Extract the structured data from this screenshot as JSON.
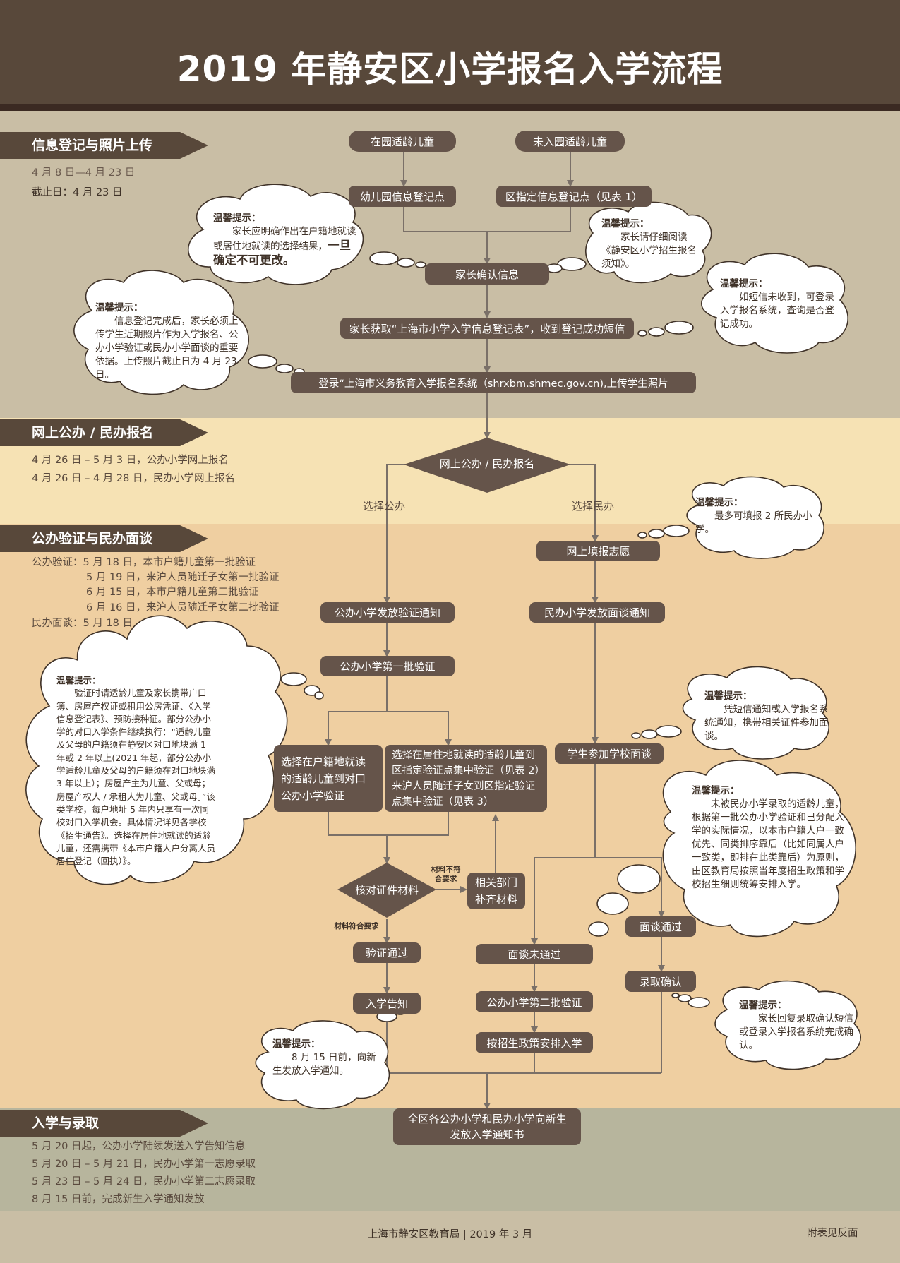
{
  "title": "2019 年静安区小学报名入学流程",
  "stages": {
    "s1": {
      "label": "信息登记与照片上传",
      "lines": [
        "4 月 8 日—4 月 23 日",
        "截止日：4 月 23 日"
      ]
    },
    "s2": {
      "label": "网上公办 / 民办报名",
      "lines": [
        "4 月 26 日 – 5 月 3 日，公办小学网上报名",
        "4 月 26 日 – 4 月 28 日，民办小学网上报名"
      ]
    },
    "s3": {
      "label": "公办验证与民办面谈",
      "lines": [
        "公办验证：5 月 18 日，本市户籍儿童第一批验证",
        "5 月 19 日，来沪人员随迁子女第一批验证",
        "6 月 15 日，本市户籍儿童第二批验证",
        "6 月 16 日，来沪人员随迁子女第二批验证",
        "民办面谈：5 月 18 日"
      ]
    },
    "s4": {
      "label": "入学与录取",
      "lines": [
        "5 月 20 日起，公办小学陆续发送入学告知信息",
        "5 月 20 日 – 5 月 21 日，民办小学第一志愿录取",
        "5 月 23 日 – 5 月 24 日，民办小学第二志愿录取",
        "8 月 15 日前，完成新生入学通知发放"
      ]
    }
  },
  "nodes": {
    "inkinder": "在园适龄儿童",
    "notkinder": "未入园适龄儿童",
    "kinder_reg": "幼儿园信息登记点",
    "district_reg": "区指定信息登记点（见表 1）",
    "parent_confirm": "家长确认信息",
    "get_form": "家长获取“上海市小学入学信息登记表”，收到登记成功短信",
    "login_upload": "登录“上海市义务教育入学报名系统（shrxbm.shmec.gov.cn),上传学生照片",
    "online_apply": "网上公办 / 民办报名",
    "fill_wish": "网上填报志愿",
    "public_notice": "公办小学发放验证通知",
    "private_notice": "民办小学发放面谈通知",
    "public_first": "公办小学第一批验证",
    "option_huji": "选择在户籍地就读的适龄儿童到对口公办小学验证",
    "option_residence": "选择在居住地就读的适龄儿童到区指定验证点集中验证（见表 2）来沪人员随迁子女到区指定验证点集中验证（见表 3）",
    "check_docs": "核对证件材料",
    "supplement": "相关部门补齐材料",
    "verify_pass": "验证通过",
    "enroll_notice": "入学告知",
    "interview": "学生参加学校面谈",
    "interview_fail": "面谈未通过",
    "interview_pass": "面谈通过",
    "admit_confirm": "录取确认",
    "public_second": "公办小学第二批验证",
    "arrange": "按招生政策安排入学",
    "final": "全区各公办小学和民办小学向新生发放入学通知书"
  },
  "edge_labels": {
    "choose_public": "选择公办",
    "choose_private": "选择民办",
    "not_ok_1": "材料不符",
    "not_ok_2": "合要求",
    "ok": "材料符合要求"
  },
  "tips": {
    "heading": "温馨提示：",
    "t1": [
      "家长应明确作出在户籍地就读或居住地就读的选择结果，",
      "一旦确定不可更改。"
    ],
    "t2": "家长请仔细阅读《静安区小学招生报名须知》。",
    "t3": "信息登记完成后，家长必须上传学生近期照片作为入学报名、公办小学验证或民办小学面谈的重要依据。上传照片截止日为 4 月 23 日。",
    "t4": "如短信未收到，可登录入学报名系统，查询是否登记成功。",
    "t5": "最多可填报 2 所民办小学。",
    "t6": "验证时请适龄儿童及家长携带户口簿、房屋产权证或租用公房凭证、《入学信息登记表》、预防接种证。部分公办小学的对口入学条件继续执行：“适龄儿童及父母的户籍须在静安区对口地块满 1 年或 2 年以上(2021 年起，部分公办小学适龄儿童及父母的户籍须在对口地块满 3 年以上）；房屋产主为儿童、父或母；房屋产权人 / 承租人为儿童、父或母。”该类学校，每户地址 5 年内只享有一次同校对口入学机会。具体情况详见各学校《招生通告》。选择在居住地就读的适龄儿童，还需携带《本市户籍人户分离人员居住登记（回执）》。",
    "t7": "凭短信通知或入学报名系统通知，携带相关证件参加面谈。",
    "t8": "未被民办小学录取的适龄儿童，根据第一批公办小学验证和已分配入学的实际情况，以本市户籍人户一致优先、同类排序靠后（比如同属人户一致类，即排在此类靠后）为原则，由区教育局按照当年度招生政策和学校招生细则统筹安排入学。",
    "t9": "8 月 15 日前，向新生发放入学通知。",
    "t10": "家长回复录取确认短信或登录入学报名系统完成确认。"
  },
  "footer": {
    "issuer": "上海市静安区教育局 | 2019 年 3 月",
    "note": "附表见反面"
  },
  "colors": {
    "header": "#58483a",
    "band1": "#c9bea5",
    "band2": "#f6e2b4",
    "band3": "#efcfa1",
    "band4": "#b7b59d",
    "footer": "#c9bea5",
    "box": "#65544a",
    "line": "#7a7068"
  }
}
